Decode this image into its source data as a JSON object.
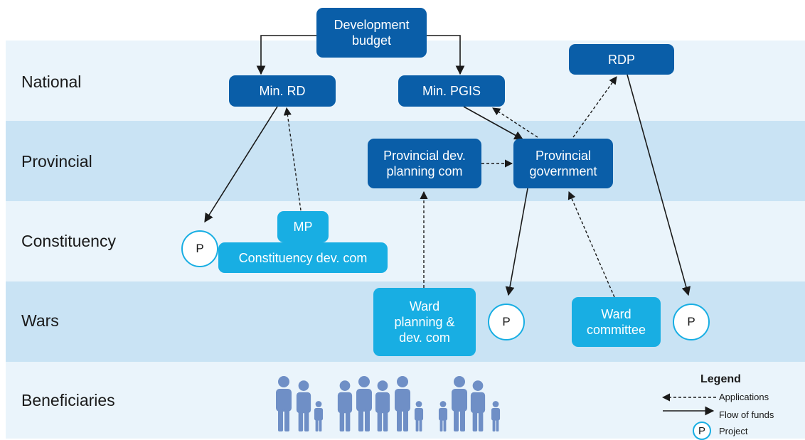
{
  "levels": {
    "national": "National",
    "provincial": "Provincial",
    "constituency": "Constituency",
    "ward": "Wars",
    "beneficiaries": "Beneficiaries"
  },
  "nodes": {
    "development_budget": "Development\nbudget",
    "min_rd": "Min. RD",
    "min_pgis": "Min. PGIS",
    "rdp": "RDP",
    "provincial_dev_planning_com": "Provincial dev.\nplanning com",
    "provincial_government": "Provincial\ngovernment",
    "mp": "MP",
    "constituency_dev_com": "Constituency dev. com",
    "ward_planning_dev_com": "Ward\nplanning &\ndev. com",
    "ward_committee": "Ward\ncommittee"
  },
  "project_marker": "P",
  "legend": {
    "title": "Legend",
    "applications": "Applications",
    "flow_of_funds": "Flow of funds",
    "project": "Project"
  },
  "colors": {
    "band_light": "#eaf4fb",
    "band_dark": "#c9e3f4",
    "node_dark": "#0a5ea8",
    "node_light": "#18aee3",
    "people": "#6f8fc6"
  }
}
